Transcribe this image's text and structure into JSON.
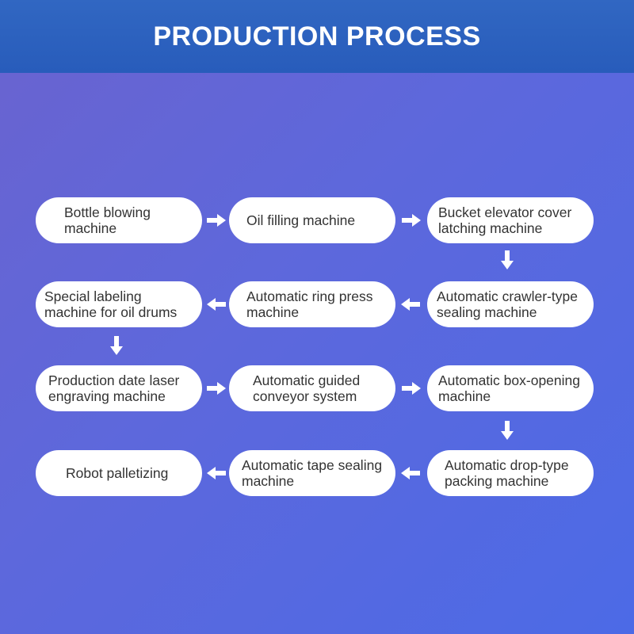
{
  "title": "PRODUCTION PROCESS",
  "steps": [
    "Bottle blowing machine",
    "Oil filling machine",
    "Bucket elevator cover latching machine",
    "Automatic crawler-type sealing machine",
    "Automatic ring press machine",
    "Special labeling machine for oil drums",
    "Production date laser engraving machine",
    "Automatic guided conveyor system",
    "Automatic box-opening machine",
    "Automatic drop-type packing machine",
    "Automatic tape sealing machine",
    "Robot palletizing"
  ],
  "colors": {
    "header": "#2b5fbd",
    "background": "#5a67dd",
    "node_fill": "#ffffff",
    "arrow": "#ffffff",
    "text": "#333333"
  }
}
